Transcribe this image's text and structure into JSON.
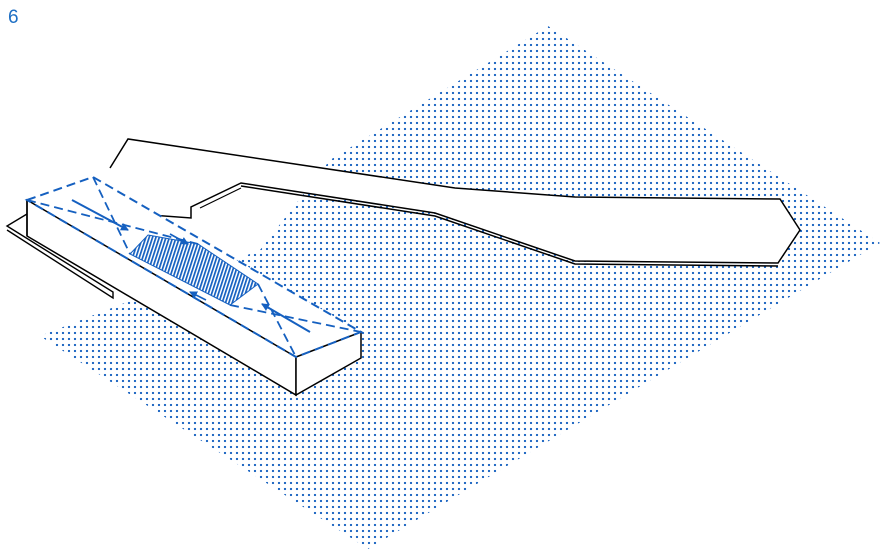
{
  "figure_number": "6",
  "colors": {
    "accent_blue": "#1560c0",
    "label_blue": "#1e6fc4",
    "outline": "#000000",
    "background": "#ffffff"
  },
  "elements": {
    "ground_pattern": "dotted-blue-ground-plane",
    "building_outline": "black-line-building-footprint",
    "highlight_volume": "dashed-blue-bar-volume",
    "hatched_zone": "blue-hatched-center",
    "flow_arrows": "blue-direction-arrows"
  }
}
